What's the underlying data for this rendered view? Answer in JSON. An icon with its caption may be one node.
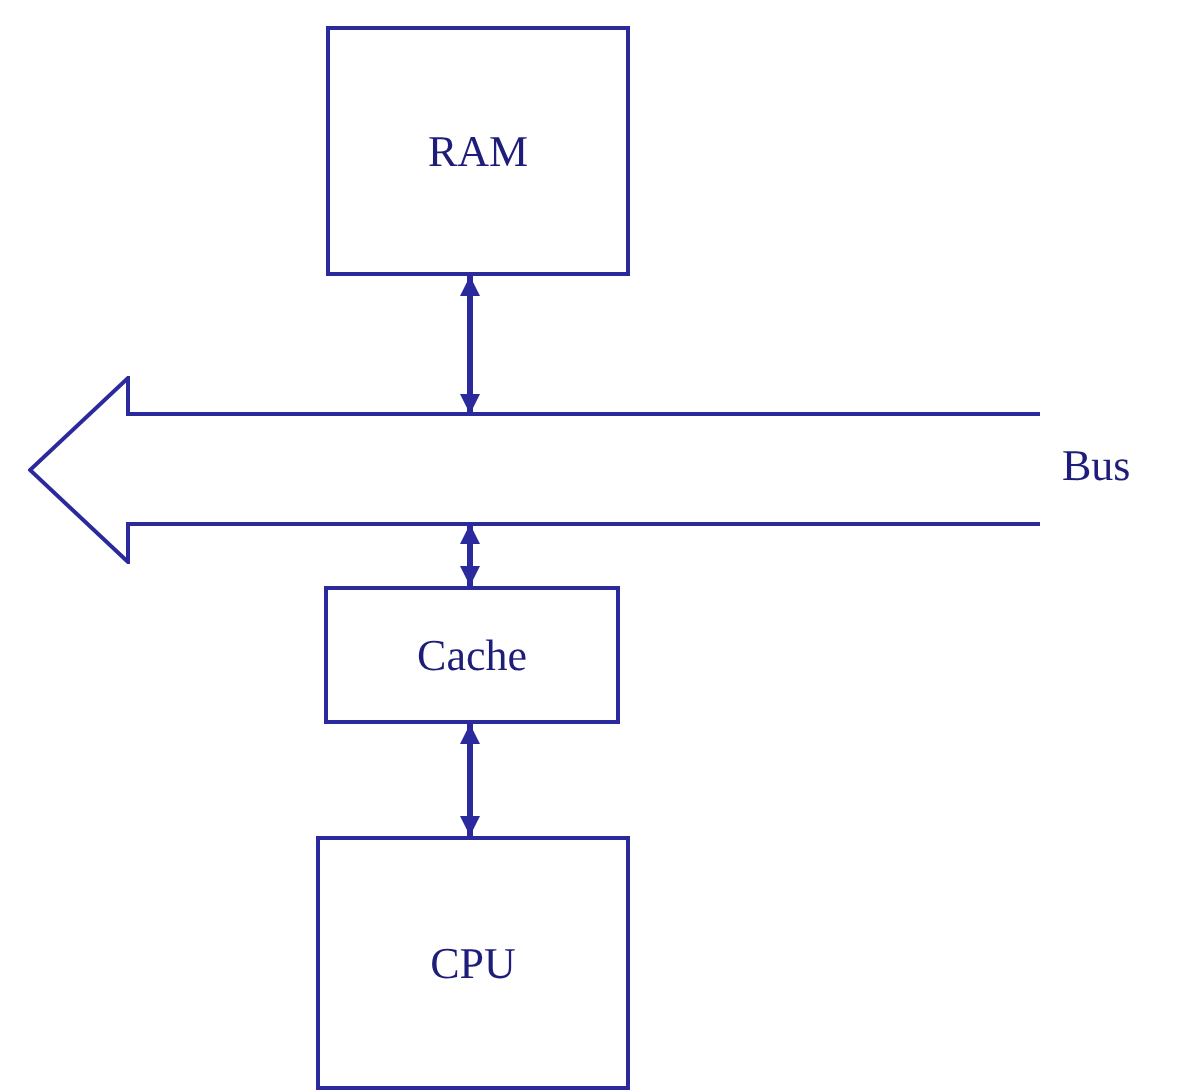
{
  "diagram": {
    "nodes": [
      {
        "text": [
          "RAM"
        ]
      },
      {
        "text": [
          "Bus"
        ]
      },
      {
        "text": [
          "Cache"
        ]
      },
      {
        "text": [
          "CPU"
        ]
      }
    ],
    "edges": [
      {
        "from": 0,
        "to": 1,
        "arrow": "both"
      },
      {
        "from": 1,
        "to": 2,
        "arrow": "both"
      },
      {
        "from": 2,
        "to": 3,
        "arrow": "both"
      }
    ]
  }
}
